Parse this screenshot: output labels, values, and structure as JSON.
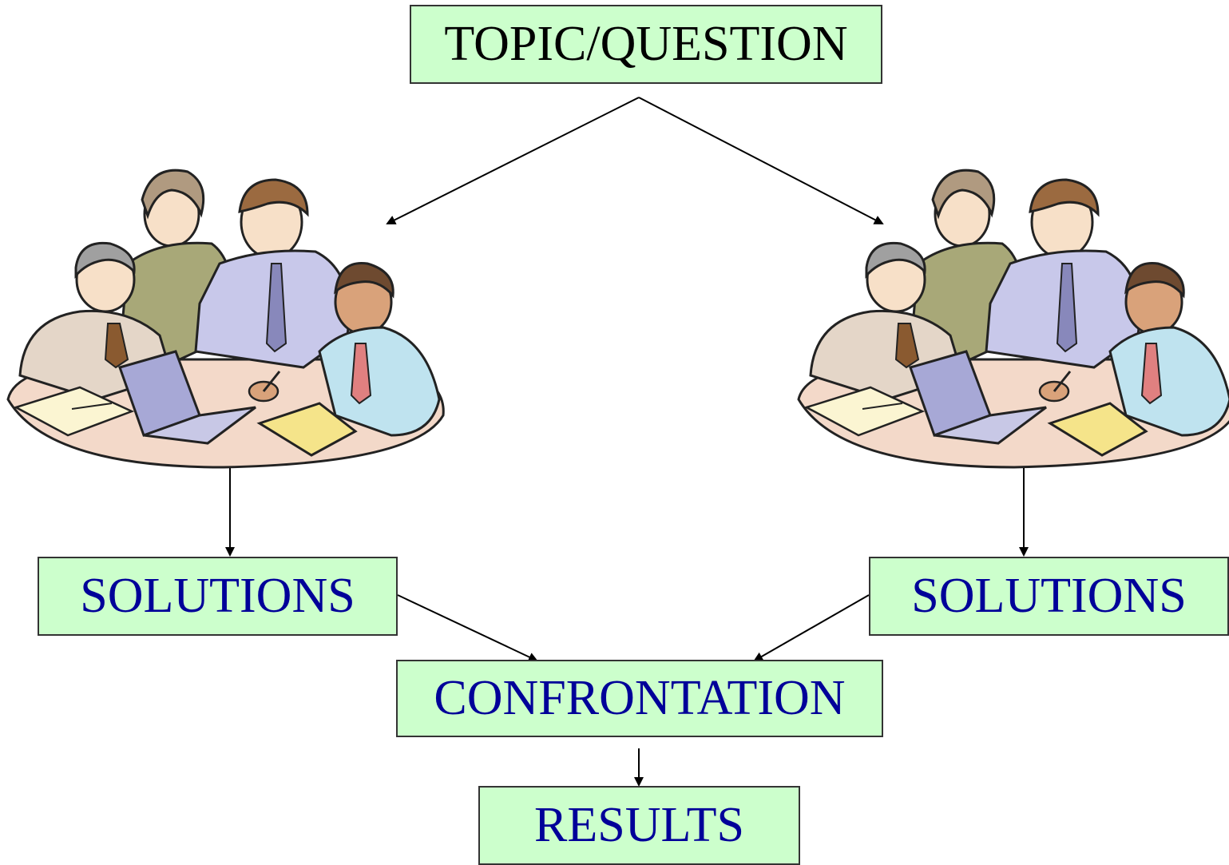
{
  "colors": {
    "box_fill": "#ccffcc",
    "box_border": "#333333",
    "topic_text": "#000000",
    "label_text": "#000099",
    "arrow": "#000000"
  },
  "diagram": {
    "topic": "TOPIC/QUESTION",
    "solutions_left": "SOLUTIONS",
    "solutions_right": "SOLUTIONS",
    "confrontation": "CONFRONTATION",
    "results": "RESULTS"
  },
  "illustrations": {
    "left_team": "team-meeting-illustration",
    "right_team": "team-meeting-illustration"
  }
}
